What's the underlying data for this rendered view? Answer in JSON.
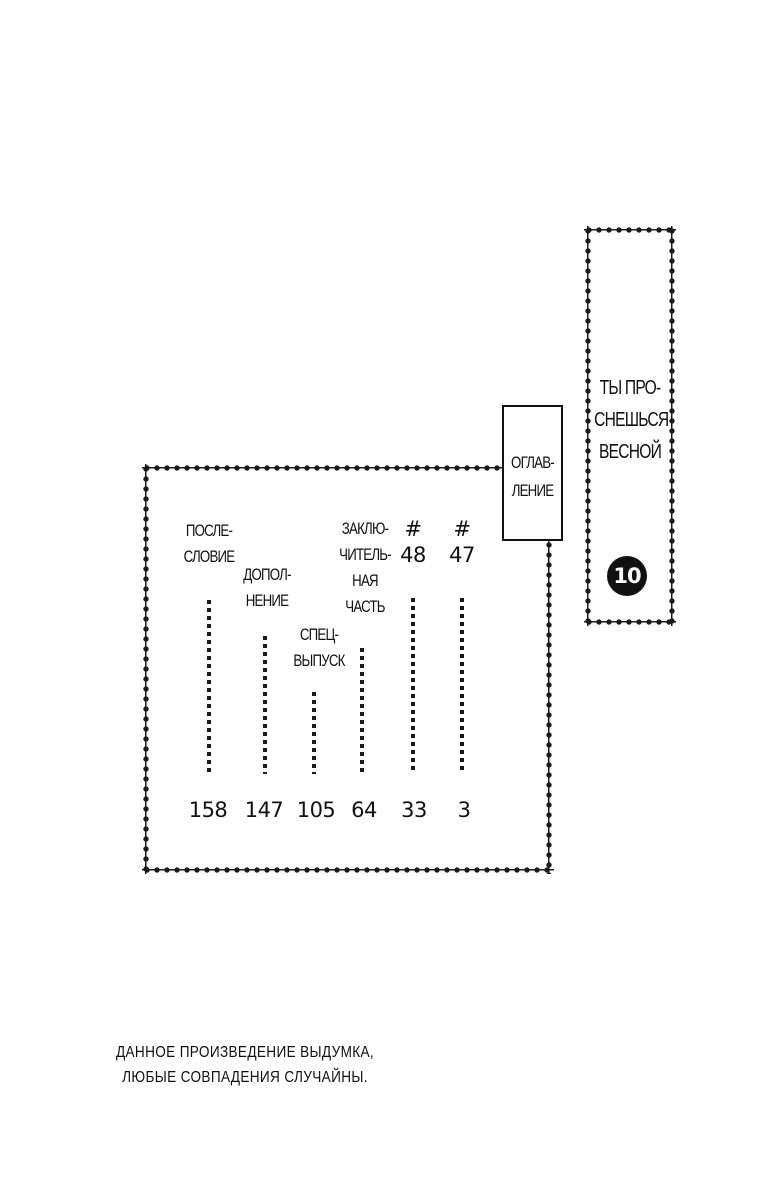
{
  "series_title": "ТЫ ПРО-\nСНЕШЬСЯ\nВЕСНОЙ",
  "volume_number": "10",
  "toc_heading": "ОГЛАВ-\nЛЕНИЕ",
  "toc_entries": [
    {
      "title": "ПОСЛЕ-\nСЛОВИЕ",
      "page": "158"
    },
    {
      "title": "ДОПОЛ-\nНЕНИЕ",
      "page": "147"
    },
    {
      "title": "СПЕЦ-\nВЫПУСК",
      "page": "105"
    },
    {
      "title": "ЗАКЛЮ-\nЧИТЕЛЬ-\nНАЯ\nЧАСТЬ",
      "page": "64"
    },
    {
      "title": "#\n48",
      "page": "33"
    },
    {
      "title": "#\n47",
      "page": "3"
    }
  ],
  "disclaimer_line1": "ДАННОЕ ПРОИЗВЕДЕНИЕ ВЫДУМКА,",
  "disclaimer_line2": "ЛЮБЫЕ СОВПАДЕНИЯ СЛУЧАЙНЫ."
}
